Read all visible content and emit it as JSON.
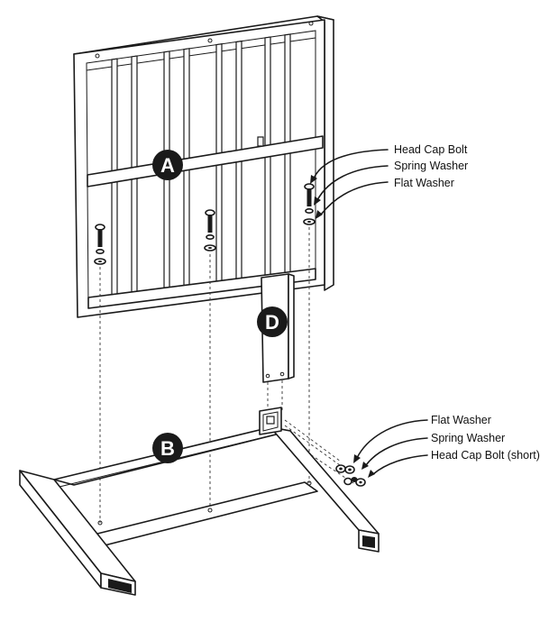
{
  "parts": {
    "a": {
      "badge": "A"
    },
    "b": {
      "badge": "B"
    },
    "d": {
      "badge": "D"
    }
  },
  "callouts": {
    "frame_hardware": [
      "Head Cap Bolt",
      "Spring Washer",
      "Flat Washer"
    ],
    "base_hardware": [
      "Flat Washer",
      "Spring Washer",
      "Head Cap Bolt (short)"
    ]
  },
  "colors": {
    "ink": "#1a1a1a",
    "badge_fill": "#1a1a1a",
    "paper": "#ffffff"
  }
}
